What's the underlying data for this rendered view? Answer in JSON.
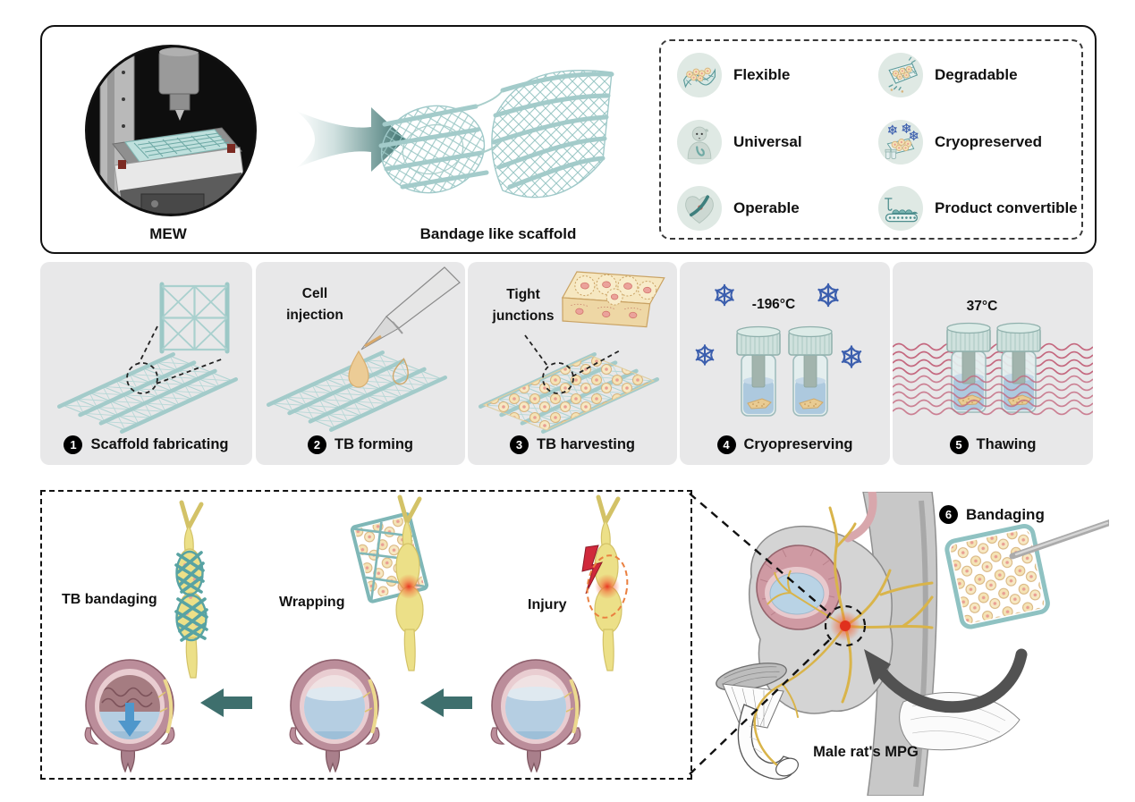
{
  "top_box": {
    "mew_label": "MEW",
    "scaffold_label": "Bandage like scaffold",
    "properties": [
      {
        "label": "Flexible",
        "icon": "flexible-mesh-icon"
      },
      {
        "label": "Universal",
        "icon": "baby-icon"
      },
      {
        "label": "Operable",
        "icon": "heart-surgery-icon"
      },
      {
        "label": "Degradable",
        "icon": "degrading-mesh-icon"
      },
      {
        "label": "Cryopreserved",
        "icon": "frozen-cells-icon"
      },
      {
        "label": "Product convertible",
        "icon": "production-line-icon"
      }
    ]
  },
  "steps": [
    {
      "num": "1",
      "label": "Scaffold fabricating",
      "annotation": ""
    },
    {
      "num": "2",
      "label": "TB forming",
      "annotation": "Cell injection"
    },
    {
      "num": "3",
      "label": "TB harvesting",
      "annotation": "Tight junctions"
    },
    {
      "num": "4",
      "label": "Cryopreserving",
      "annotation": "-196°C"
    },
    {
      "num": "5",
      "label": "Thawing",
      "annotation": "37°C"
    }
  ],
  "bottom_panel": {
    "stages": [
      {
        "label": "TB bandaging"
      },
      {
        "label": "Wrapping"
      },
      {
        "label": "Injury"
      }
    ],
    "bandaging_step": {
      "num": "6",
      "label": "Bandaging"
    },
    "anatomy_label": "Male rat's MPG"
  },
  "colors": {
    "accent_teal": "#3e6f6d",
    "scaffold_teal": "#9fc9c9",
    "panel_gray": "#e8e8e9",
    "snowflake_blue": "#3c5fae",
    "wave_pink": "#c4677e",
    "cell_tan": "#f2dfae",
    "injury_red": "#d93025",
    "property_circle_bg": "#dfe9e4"
  }
}
